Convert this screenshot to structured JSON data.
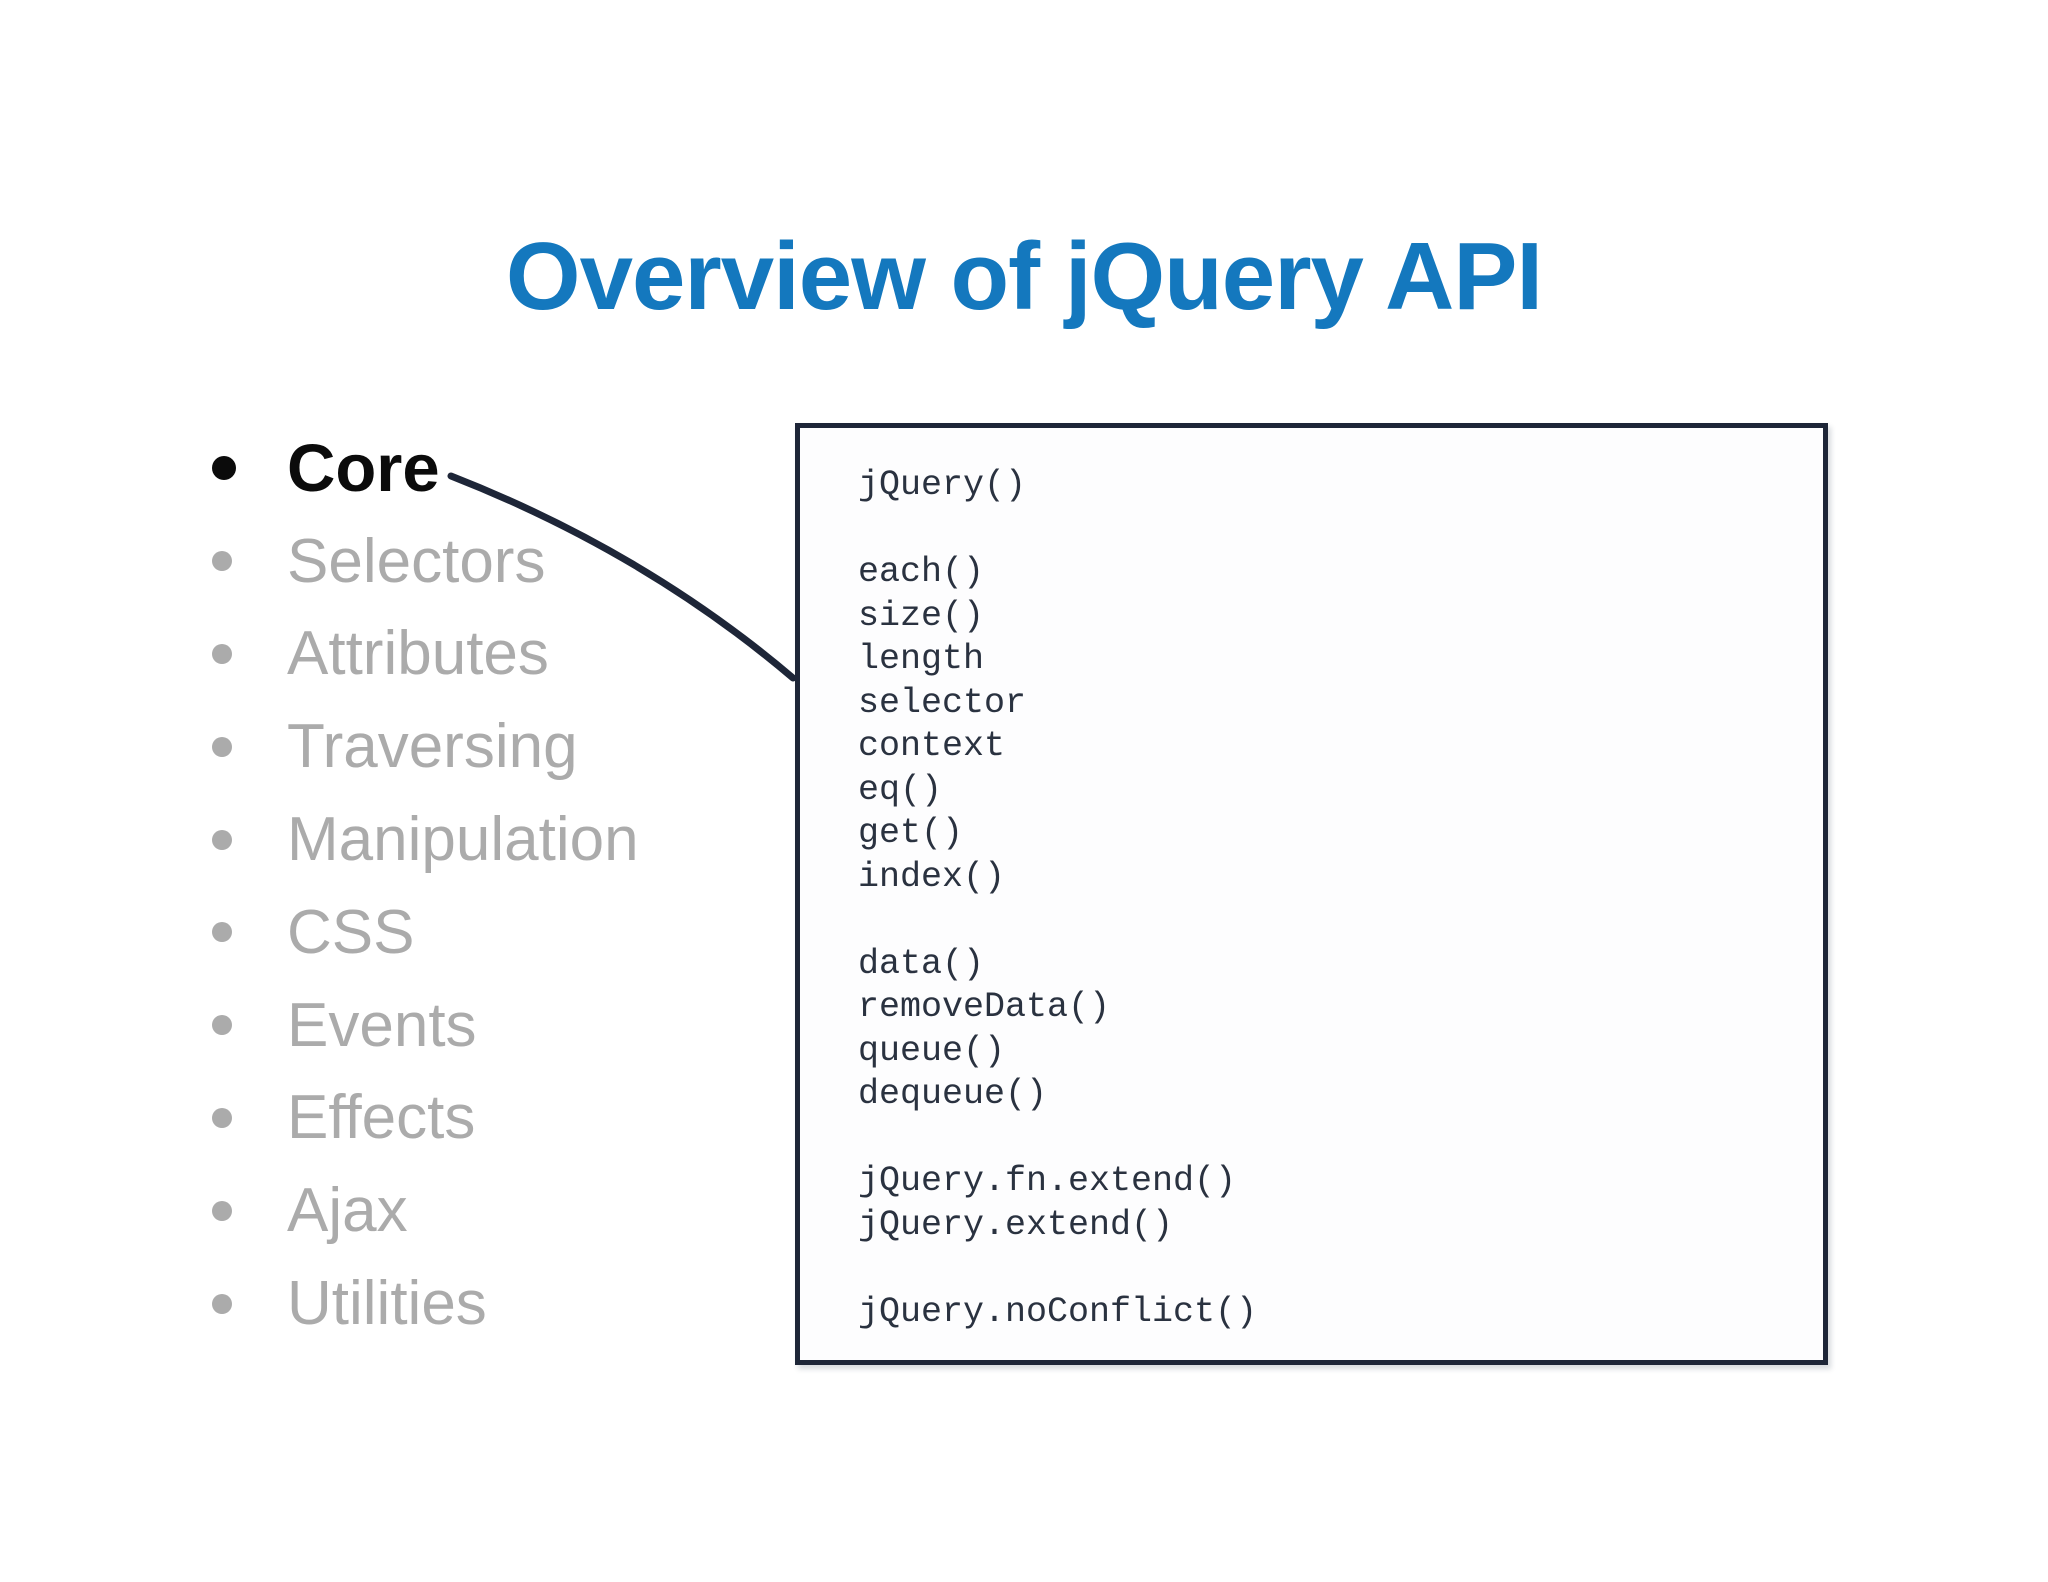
{
  "slide": {
    "title": "Overview of jQuery API",
    "topics": [
      {
        "label": "Core",
        "active": true
      },
      {
        "label": "Selectors",
        "active": false
      },
      {
        "label": "Attributes",
        "active": false
      },
      {
        "label": "Traversing",
        "active": false
      },
      {
        "label": "Manipulation",
        "active": false
      },
      {
        "label": "CSS",
        "active": false
      },
      {
        "label": "Events",
        "active": false
      },
      {
        "label": "Effects",
        "active": false
      },
      {
        "label": "Ajax",
        "active": false
      },
      {
        "label": "Utilities",
        "active": false
      }
    ],
    "code_panel": {
      "lines": [
        "jQuery()",
        "",
        "each()",
        "size()",
        "length",
        "selector",
        "context",
        "eq()",
        "get()",
        "index()",
        "",
        "data()",
        "removeData()",
        "queue()",
        "dequeue()",
        "",
        "jQuery.fn.extend()",
        "jQuery.extend()",
        "",
        "jQuery.noConflict()"
      ]
    },
    "colors": {
      "title": "#1478BE",
      "active_item": "#0B0B0B",
      "inactive_item": "#ABABAB",
      "line_and_border": "#1E2638",
      "code_text": "#2A3240"
    }
  }
}
